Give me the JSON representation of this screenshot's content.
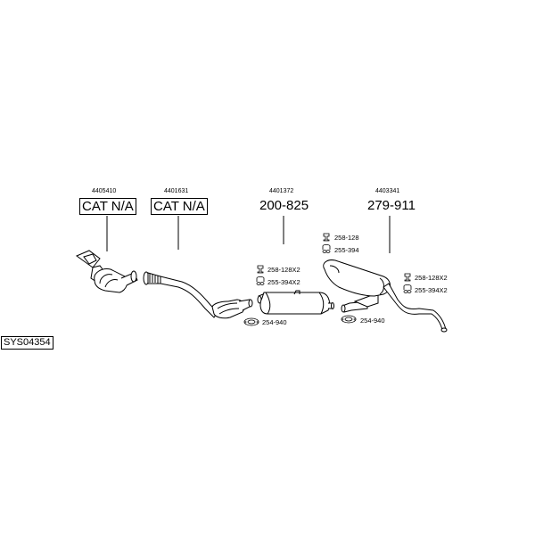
{
  "sections": [
    {
      "id": "front-cat",
      "number": "4405410",
      "title": "CAT N/A"
    },
    {
      "id": "second-cat",
      "number": "4401631",
      "title": "CAT N/A"
    },
    {
      "id": "middle-silencer",
      "number": "4401372",
      "title": "200-825"
    },
    {
      "id": "rear-silencer",
      "number": "4403341",
      "title": "279-911"
    }
  ],
  "fittings": [
    {
      "id": "middle-hanger",
      "code": "258-128X2",
      "icon": "rubber-hanger-icon"
    },
    {
      "id": "middle-clamp",
      "code": "255-394X2",
      "icon": "clamp-icon"
    },
    {
      "id": "middle-gasket",
      "code": "254-940",
      "icon": "gasket-icon"
    },
    {
      "id": "rear-hanger-top",
      "code": "258-128",
      "icon": "rubber-hanger-icon"
    },
    {
      "id": "rear-clamp-top",
      "code": "255-394",
      "icon": "clamp-icon"
    },
    {
      "id": "rear-hanger-right",
      "code": "258-128X2",
      "icon": "rubber-hanger-icon"
    },
    {
      "id": "rear-clamp-right",
      "code": "255-394X2",
      "icon": "clamp-icon"
    },
    {
      "id": "rear-gasket",
      "code": "254-940",
      "icon": "gasket-icon"
    }
  ],
  "system_code": "SYS04354"
}
